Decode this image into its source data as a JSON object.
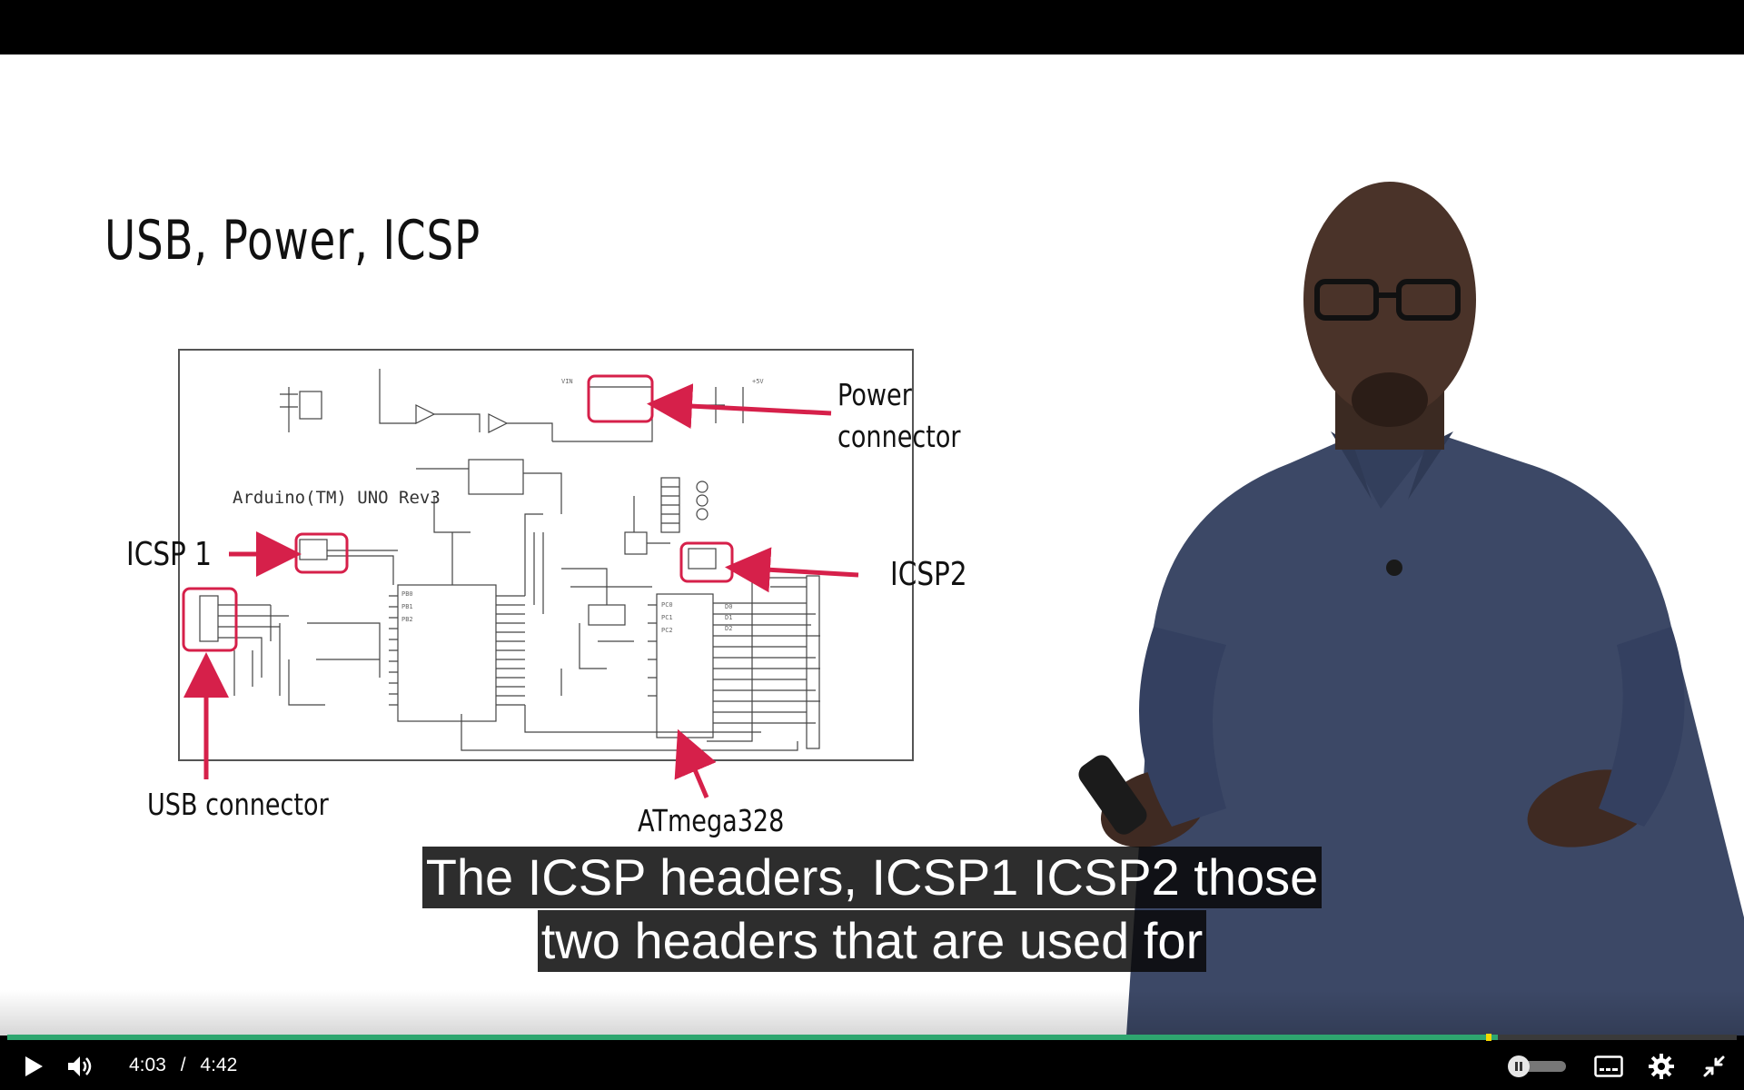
{
  "slide": {
    "title": "USB, Power, ICSP",
    "schematic_title": "Arduino(TM) UNO Rev3",
    "labels": {
      "power": [
        "Power",
        "connector"
      ],
      "icsp1": "ICSP 1",
      "icsp2": "ICSP2",
      "usb": "USB connector",
      "mcu": "ATmega328"
    }
  },
  "captions": [
    "The ICSP headers, ICSP1 ICSP2 those",
    "two headers that are used for"
  ],
  "player": {
    "current_time": "4:03",
    "separator": "/",
    "duration": "4:42",
    "played_fraction": 0.8617,
    "buffered_fraction": 0.8564,
    "icons": [
      "play-icon",
      "volume-icon",
      "captions-icon",
      "gear-icon",
      "exit-fullscreen-icon"
    ],
    "accent_color": "#2ea66f"
  }
}
